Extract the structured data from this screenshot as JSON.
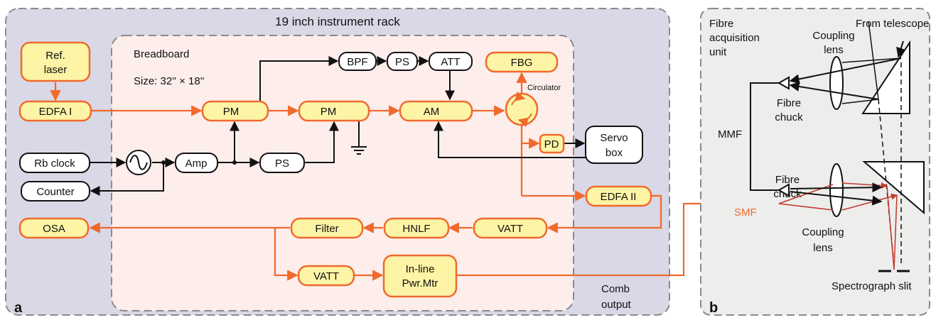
{
  "panel_a": {
    "rack_title": "19 inch instrument rack",
    "breadboard_title": "Breadboard",
    "breadboard_size": "Size: 32'' × 18''",
    "label": "a",
    "comb_output": [
      "Comb",
      "output"
    ],
    "circulator": "Circulator",
    "boxes": {
      "ref_laser": [
        "Ref.",
        "laser"
      ],
      "edfa1": "EDFA I",
      "rb_clock": "Rb clock",
      "counter": "Counter",
      "osa": "OSA",
      "pm1": "PM",
      "pm2": "PM",
      "am": "AM",
      "bpf": "BPF",
      "ps_top": "PS",
      "att": "ATT",
      "fbg": "FBG",
      "amp": "Amp",
      "ps_mid": "PS",
      "pd": "PD",
      "servo": [
        "Servo",
        "box"
      ],
      "edfa2": "EDFA II",
      "vatt1": "VATT",
      "hnlf": "HNLF",
      "filter": "Filter",
      "vatt2": "VATT",
      "pwr_mtr": [
        "In-line",
        "Pwr.Mtr"
      ]
    }
  },
  "panel_b": {
    "label": "b",
    "fibre_acq": [
      "Fibre",
      "acquisition",
      "unit"
    ],
    "from_telescope": "From telescope",
    "coupling_lens_top": [
      "Coupling",
      "lens"
    ],
    "fibre_chuck_top": [
      "Fibre",
      "chuck"
    ],
    "mmf": "MMF",
    "fibre_chuck_bottom": [
      "Fibre",
      "chuck"
    ],
    "smf": "SMF",
    "coupling_lens_bottom": [
      "Coupling",
      "lens"
    ],
    "spectrograph_slit": "Spectrograph slit"
  },
  "colors": {
    "rack_fill": "#d9d8e6",
    "breadboard_fill": "#fdeeec",
    "panel_b_fill": "#ededeb",
    "optical_line": "#f06a2c",
    "box_fill": "#fdf4a6",
    "red_ray": "#c0392b"
  }
}
